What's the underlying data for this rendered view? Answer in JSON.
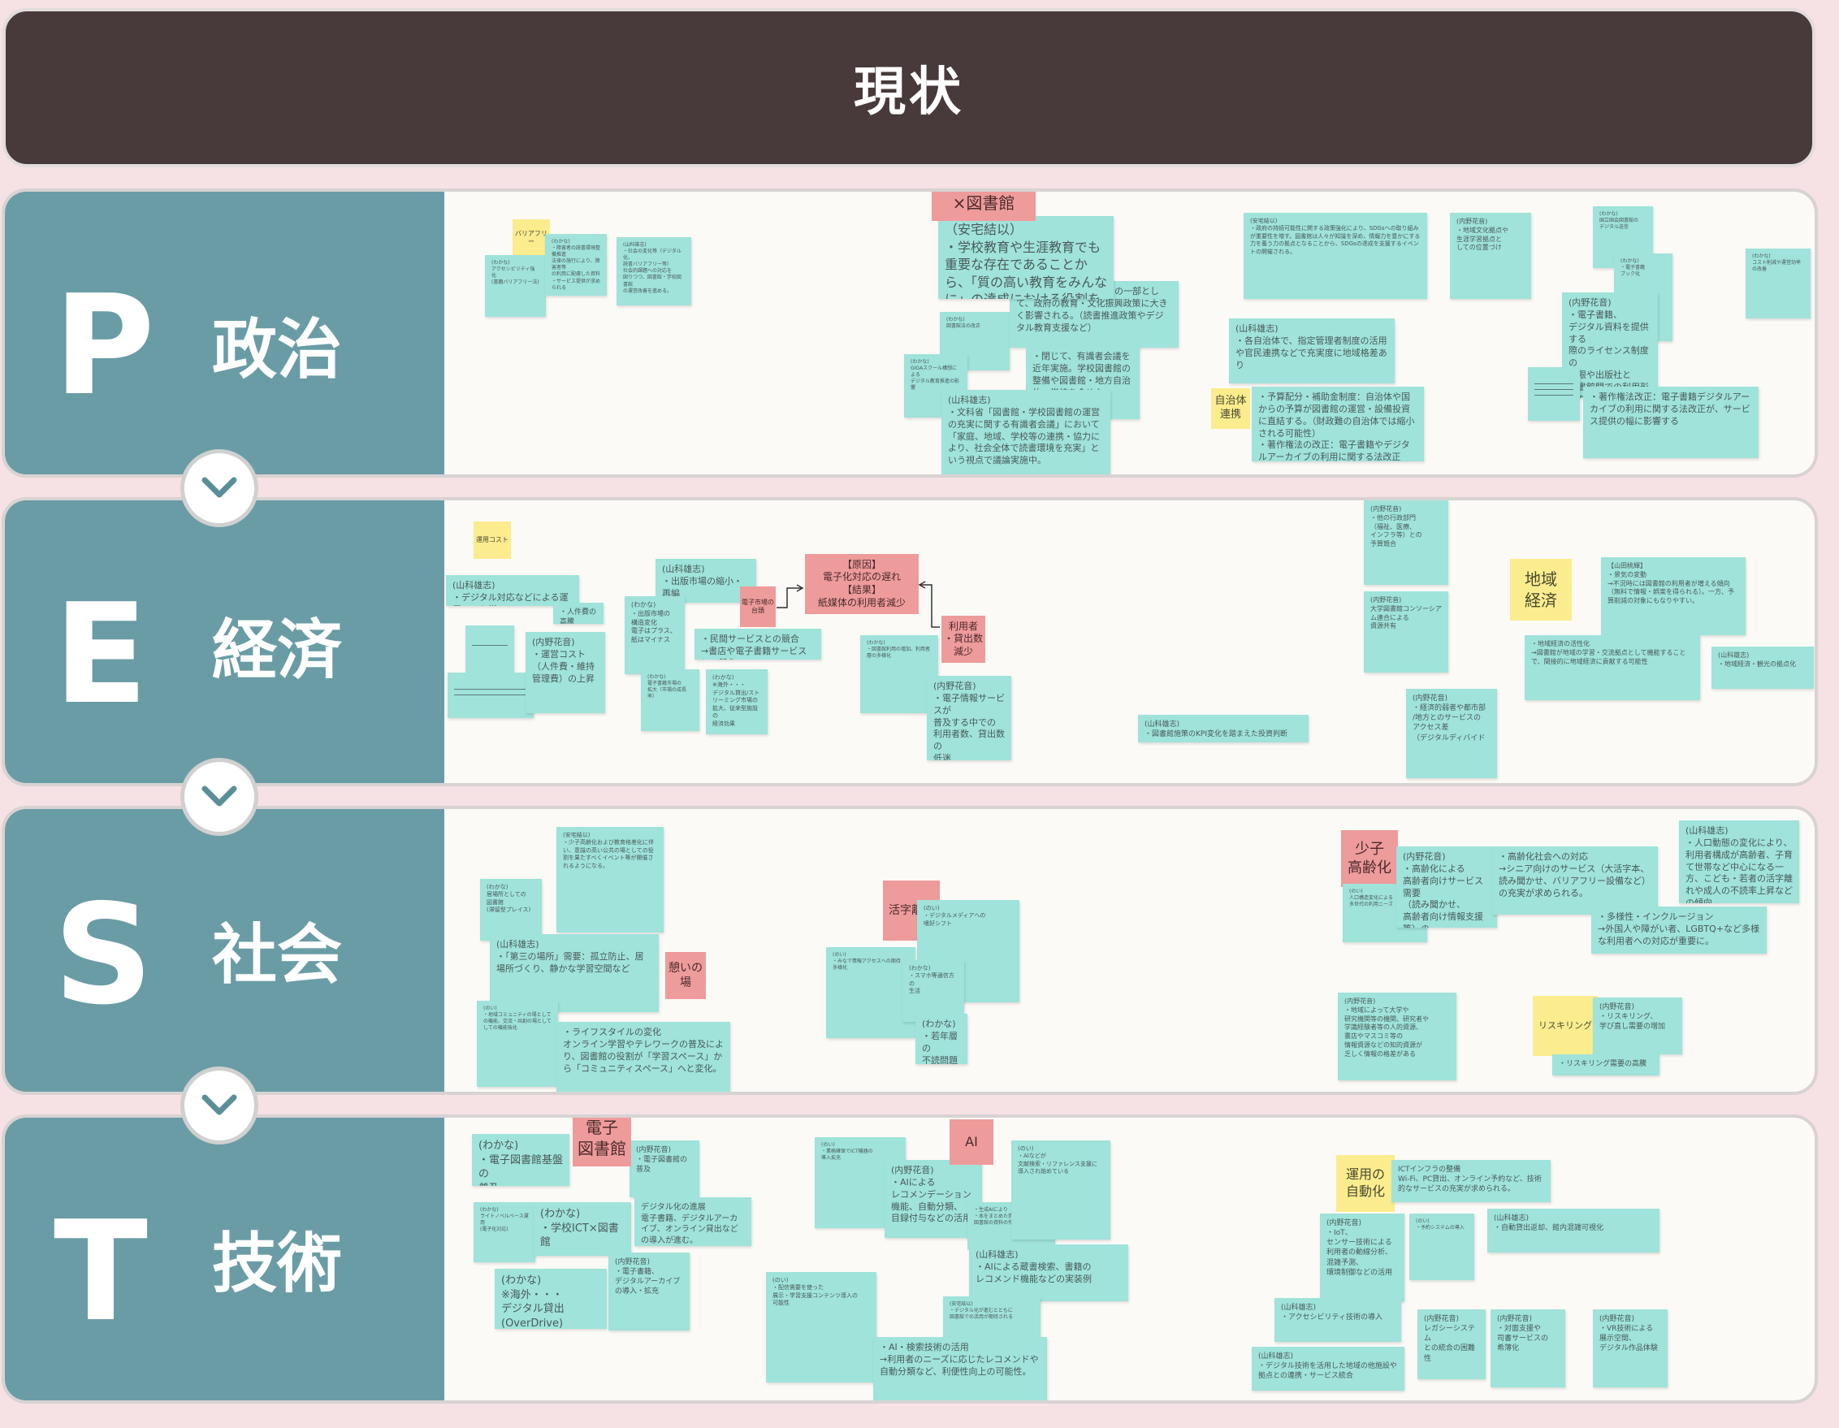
{
  "title": "現状",
  "chevron_icon": "chevron-down-icon",
  "rows": {
    "p": {
      "letter": "P",
      "word": "政治"
    },
    "e": {
      "letter": "E",
      "word": "経済"
    },
    "s": {
      "letter": "S",
      "word": "社会"
    },
    "t": {
      "letter": "T",
      "word": "技術"
    }
  },
  "tags": {
    "education_library": "教育\n×図書館",
    "barrier_free": "バリアフリー",
    "local_gov_coop": "自治体\n連携",
    "operating_cost": "運用コスト",
    "ebook_platform": "電子市場の\n台頭",
    "cause_result": "【原因】\n電子化対応の遅れ\n【結果】\n紙媒体の利用者減少",
    "users_loans_decline": "利用者\n・貸出数\n減少",
    "regional_economy": "地域\n経済",
    "aging": "少子\n高齢化",
    "reading_decline": "活字離れ",
    "relax_place": "憩いの\n場",
    "reskilling": "リスキリング",
    "e_library": "電子\n図書館",
    "ai": "AI",
    "ops_automation": "運用の\n自動化"
  },
  "notes": {
    "p1": "(わかな)\nアクセシビリティ強化\n(書籍バリアフリー法)",
    "p2": "(わかな)\n・障害者の読書環境整備推進\n法律の施行により、障害者等\nの利用に配慮した資料\n・サービス提供が求められる",
    "p3": "(山科雄志)\n・社会の変化等（デジタル化、\n読書バリアフリー等）\n社会的課題への対応を\n図りつつ、図書館・学校図書館\nの運営改善を進める。",
    "p4": "（安宅結以）\n・学校教育や生涯教育でも重要な存在であることから、「質の高い教育をみんなに」の達成における役割を果たす。",
    "p5": "(わかな)\n図書館法の改正",
    "p6": "・図書館は公共サービスの一部として、政府の教育・文化振興政策に大きく影響される。（読書推進政策やデジタル教育支援など）",
    "p7": "(わかな)\nGIGAスクール構想による\nデジタル教育推進の影響",
    "p8": "・閉じて、有識者会議を近年実施。学校図書館の整備や図書館・地方自治体・学校を含めた",
    "p9": "(山科雄志)\n・文科省「図書館・学校図書館の運営の充実に関する有識者会議」において「家庭、地域、学校等の連携・協力により、社会全体で読書環境を充実」という視点で議論実施中。",
    "p10": "(安宅結以)\n・政府の持続可能性に関する政策強化により、SDGsへの取り組みが重要性を増す。図書館は人々が知識を深め、情報力を豊かにする力を養う力の拠点となることから、SDGsの達成を支援するイベントの開催される。",
    "p11": "(内野花音)\n・地域文化拠点や\n生涯学習拠点と\nしての位置づけ",
    "p12": "(わかな)\n国立国会図書館の\nデジタル送信",
    "p13": "(山科雄志)\n・各自治体で、指定管理者制度の活用や官民連携などで充実度に地域格差あり",
    "p14": "(わかな)\n・電子書籍\nブック化",
    "p15": "(内野花音)\n・電子書籍、\nデジタル資料を提供する\n際のライセンス制度の\n制限や出版社と\n図書館間での利用形態を\n巡る調整の必要性",
    "p16": "(わかな)\nコスト削減や運営効率の改善",
    "p17": "・予算配分・補助金制度：自治体や国からの予算が図書館の運営・設備投資に直結する。（財政難の自治体では縮小される可能性）\n・著作権法の改正：電子書籍やデジタルアーカイブの利用に関する法改正が、サービス提供の幅に影響する",
    "p18": "・著作権法改正：電子書籍デジタルアーカイブの利用に関する法改正が、サービス提供の幅に影響する",
    "e1": "(山科雄志)\n・デジタル対応などによる運用コスト増",
    "e2": "・人件費の高騰",
    "e3": "(内野花音)\n・運営コスト\n（人件費・維持管理費）の上昇",
    "e4": "(山科雄志)\n・出版市場の縮小・再編",
    "e5": "(わかな)\n・出版市場の\n構造変化\n電子はプラス、\n紙はマイナス",
    "e6": "・民間サービスとの競合\n→書店や電子書籍サービスとの競争",
    "e7": "(わかな)\n電子書籍市場の\n拡大（市場の成長率）",
    "e8": "(わかな)\n※海外・・・\nデジタル貸出/ストリーミング市場の\n拡大、従来型施設の\n経済効果",
    "e9": "(わかな)\n・図書館利用の増加、利用者\n層の多様化",
    "e10": "(内野花音)\n・電子情報サービスが\n普及する中での\n利用者数、貸出数の\n低迷",
    "e11": "(内野花音)\n・他の行政部門\n（福祉、医療、\nインフラ等）との\n予算競合",
    "e12": "(内野花音)\n大学図書館コンソーシアム連合による\n資源共有",
    "e13": "(山科雄志)\n・図書館施策のKPI変化を踏まえた投資判断",
    "e14": "(内野花音)\n・経済的弱者や都市部\n/地方とのサービスの\nアクセス差\n（デジタルディバイド",
    "e15": "【山田桃輝】\n・景気の変動\n→不況時には図書館の利用者が増える傾向（無料で情報・娯楽を得られる）。一方、予算削減の対象にもなりやすい。",
    "e16": "・地域経済の活性化\n→図書館が地域の学習・交流拠点として機能することで、間接的に地域経済に貢献する可能性",
    "e17": "(山科雄志)\n・地域経済・観光の拠点化",
    "s1": "(わかな)\n居場所としての\n図書館\n(滞留型プレイス)",
    "s2": "(安宅結以)\n・少子高齢化および教育格差化に伴い、意識の高い公共の場としての役割を果たすべくイベント等が開催されるようになる。",
    "s3": "(山科雄志)\n・「第三の場所」需要：孤立防止、居場所づくり、静かな学習空間など",
    "s4": "(のい)\n・地域コミュニティの場としての機能、交流・共創の場として\nしての機能強化",
    "s5": "・ライフスタイルの変化\nオンライン学習やテレワークの普及により、図書館の役割が「学習スペース」から「コミュニティスペース」へと変化。",
    "s6": "(のい)\n・デジタルメディアへの\n嗜好シフト",
    "s7": "(のい)\n・みなで情報アクセスへの期待\n多様化",
    "s8": "(わかな)\n・スマホ等通信方の\n生活",
    "s9": "(わかな)\n・若年層の\n不読問題",
    "s10": "(のい)\n人口構造変化による\n多世代の利用ニーズ",
    "s11": "(内野花音)\n・高齢化による\n高齢者向けサービス需要\n（読み聞かせ、\n高齢者向け情報支援等）の\n増加が期待",
    "s12": "・高齢化社会への対応\n→シニア向けのサービス（大活字本、読み聞かせ、バリアフリー設備など）の充実が求められる。",
    "s13": "(山科雄志)\n・人口動態の変化により、利用者構成が高齢者、子育て世帯など中心になる一方、こども・若者の活字離れや成人の不読率上昇などの傾向",
    "s14": "・多様性・インクルージョン\n→外国人や障がい者、LGBTQ+など多様な利用者への対応が重要に。",
    "s15": "(内野花音)\n・地域によって大学や\n研究機関等の機関、研究者や\n学識経験者等の人的資源、\n書店やマスコミ等の\n情報資源などの知的資源が\n乏しく情報の格差がある",
    "s16": "(内野花音)\n・リスキリング、\n学び直し需要の増加",
    "s17": "・リスキリング需要の高騰",
    "t1": "(わかな)\n・電子図書館基盤の\n普及",
    "t2": "(内野花音)\n・電子図書館の\n普及",
    "t3": "(わかな)\nライトノベルベース運用\n(電子化対応)",
    "t4": "(わかな)\n・学校ICT×図書館",
    "t5": "デジタル化の進展\n電子書籍、デジタルアーカイブ、オンライン貸出などの導入が進む。",
    "t6": "(わかな)\n※海外・・・\nデジタル貸出\n(OverDrive)",
    "t7": "(内野花音)\n・電子書籍、\nデジタルアーカイブ\nの導入・拡充",
    "t8": "(のい)\n・業務確保でICT機器の\n導入拡充",
    "t9": "(内野花音)\n・AIによる\nレコメンデーション\n機能、自動分類、\n目録付与などの活用",
    "t10": "(のい)\n・AIなどが\n文献検索・リファレンス支援に\n導入され始めている",
    "t11": "・生成AIにより\n・本をまとめた資料や\n図書館の資料の作り方",
    "t12": "(山科雄志)\n・AIによる蔵書検索、書籍の\nレコメンド機能などの実装例",
    "t13": "(のい)\n・配信需要を使った\n展示・学習支援コンテンツ導入の\n可能性",
    "t14": "(安宅結以)\n・デジタル化が進むとともに\n図書館での活用が期待される",
    "t15": "・AI・検索技術の活用\n→利用者のニーズに応じたレコメンドや自動分類など、利便性向上の可能性。",
    "t16": "ICTインフラの整備\nWi-Fi、PC貸出、オンライン予約など、技術的なサービスの充実が求められる。",
    "t17": "(内野花音)\n・IoT、\nセンサー技術による\n利用者の動線分析、\n混雑予測、\n環境制御などの活用",
    "t18": "(のい)\n・予約システムの導入",
    "t19": "(山科雄志)\n・自動貸出返却、館内混雑可視化",
    "t20": "(山科雄志)\n・アクセシビリティ技術の導入",
    "t21": "(山科雄志)\n・デジタル技術を活用した地域の他施設や拠点との連携・サービス統合",
    "t22": "(内野花音)\nレガシーシステム\nとの統合の困難性",
    "t23": "(内野花音)\n・対面支援や\n司書サービスの\n希薄化",
    "t24": "(内野花音)\n・VR技術による\n展示空間、\nデジタル作品体験"
  }
}
